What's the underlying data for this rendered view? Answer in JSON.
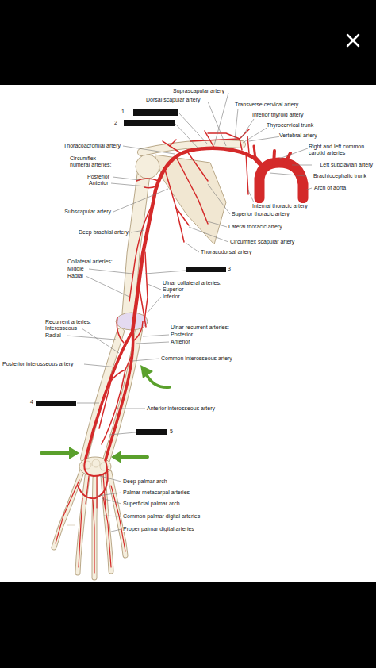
{
  "diagram": {
    "labels": [
      "Suprascapular artery",
      "Dorsal scapular artery",
      "1",
      "Transverse cervical artery",
      "Inferior thyroid artery",
      "2",
      "Thyrocervical trunk",
      "Vertebral artery",
      "Thoracoacromial artery",
      "Right and left common carotid arteries",
      "Left subclavian artery",
      "Circumflex humeral arteries:",
      "Brachiocephalic trunk",
      "Posterior",
      "Anterior",
      "Arch of aorta",
      "Internal thoracic artery",
      "Subscapular artery",
      "Superior thoracic artery",
      "Lateral thoracic artery",
      "Deep brachial artery",
      "Circumflex scapular artery",
      "Thoracodorsal artery",
      "Collateral arteries:",
      "Middle",
      "3",
      "Radial",
      "Ulnar collateral arteries:",
      "Superior",
      "Inferior",
      "Recurrent arteries:",
      "Ulnar recurrent arteries:",
      "Interosseous",
      "Posterior",
      "Radial",
      "Anterior",
      "Common interosseous artery",
      "Posterior interosseous artery",
      "4",
      "Anterior interosseous artery",
      "5",
      "Deep palmar arch",
      "Palmar metacarpal arteries",
      "Superficial palmar arch",
      "Common palmar digital arteries",
      "Proper palmar digital arteries"
    ]
  }
}
